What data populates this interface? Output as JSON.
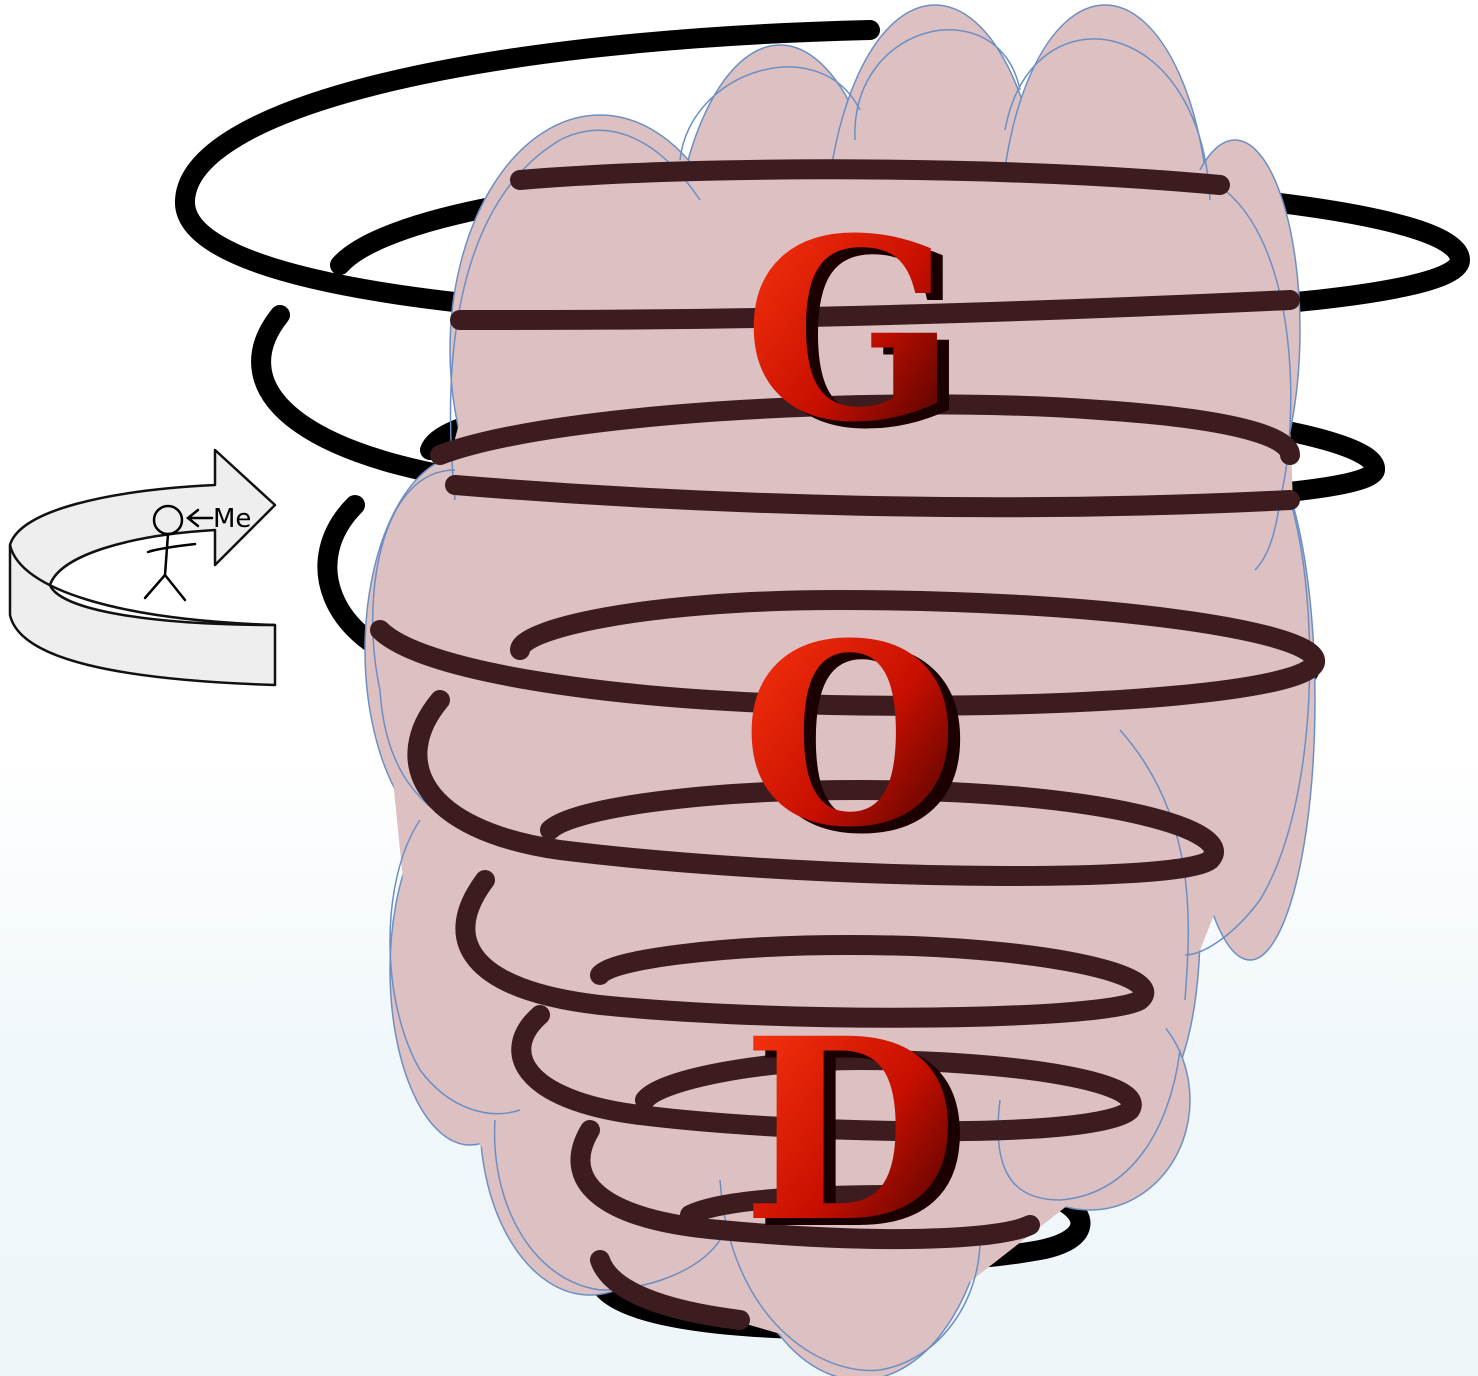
{
  "letters": {
    "g": "G",
    "o": "O",
    "d": "D"
  },
  "me_label": "Me",
  "colors": {
    "cloud_fill": "#dcc0c2",
    "cloud_stroke": "#6b8fc4",
    "spiral_black": "#000000",
    "spiral_behind": "#3c1c1e",
    "letter_red": "#ff2200",
    "letter_dark": "#1a0000",
    "arrow_fill": "#eeeeee",
    "background_tint": "#f2f9fc"
  }
}
